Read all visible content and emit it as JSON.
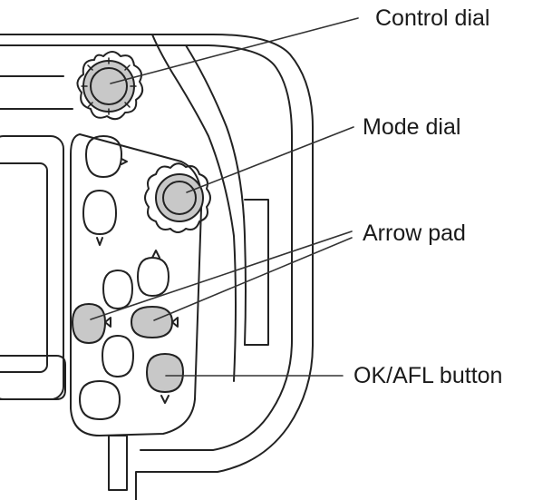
{
  "labels": {
    "control_dial": "Control dial",
    "mode_dial": "Mode dial",
    "arrow_pad": "Arrow pad",
    "ok_afl_button": "OK/AFL button"
  },
  "colors": {
    "outline": "#222222",
    "highlight_fill": "#c8c8c8",
    "body_fill": "#ffffff",
    "leader_line": "#333333"
  }
}
